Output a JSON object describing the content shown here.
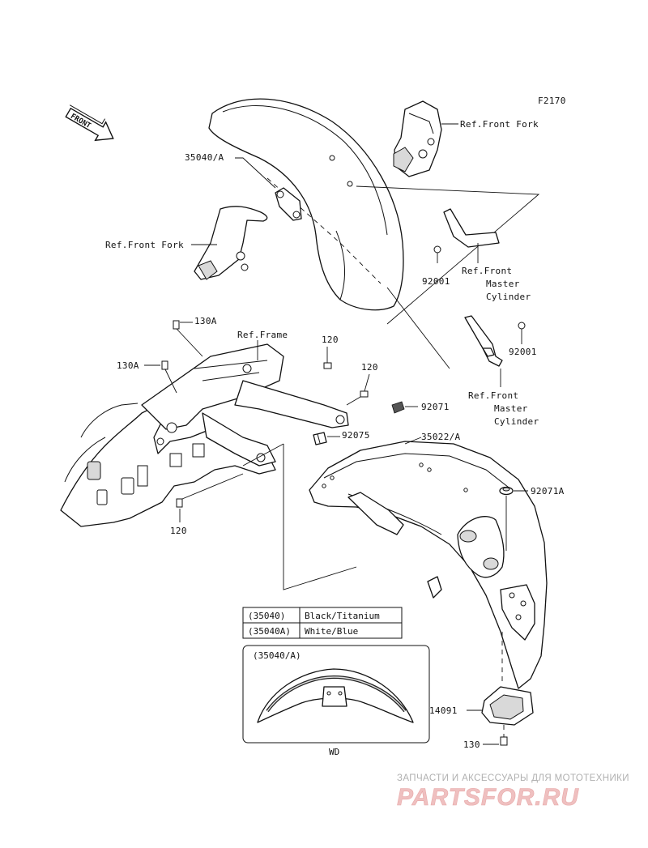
{
  "diagram_code": "F2170",
  "front_arrow": "FRONT",
  "labels": {
    "fender_front": "35040/A",
    "ref_front_fork_top": "Ref.Front Fork",
    "ref_front_fork_left": "Ref.Front Fork",
    "bolt_92001_a": "92001",
    "ref_master_cyl_a": [
      "Ref.Front",
      "Master",
      "Cylinder"
    ],
    "bolt_92001_b": "92001",
    "ref_master_cyl_b": [
      "Ref.Front",
      "Master",
      "Cylinder"
    ],
    "bolt_130a_top": "130A",
    "bolt_130a_left": "130A",
    "ref_frame": "Ref.Frame",
    "bolt_120_a": "120",
    "bolt_120_b": "120",
    "bolt_120_c": "120",
    "part_92071": "92071",
    "part_92075": "92075",
    "fender_rear": "35022/A",
    "part_92071a": "92071A",
    "part_14091": "14091",
    "bolt_130": "130"
  },
  "color_table": [
    {
      "code": "(35040)",
      "color": "Black/Titanium"
    },
    {
      "code": "(35040A)",
      "color": "White/Blue"
    }
  ],
  "inset": {
    "title": "(35040/A)",
    "caption": "WD"
  },
  "watermark": {
    "line1": "ЗАПЧАСТИ И АКСЕССУАРЫ ДЛЯ МОТОТЕХНИКИ",
    "line2": "PARTSFOR.RU"
  }
}
